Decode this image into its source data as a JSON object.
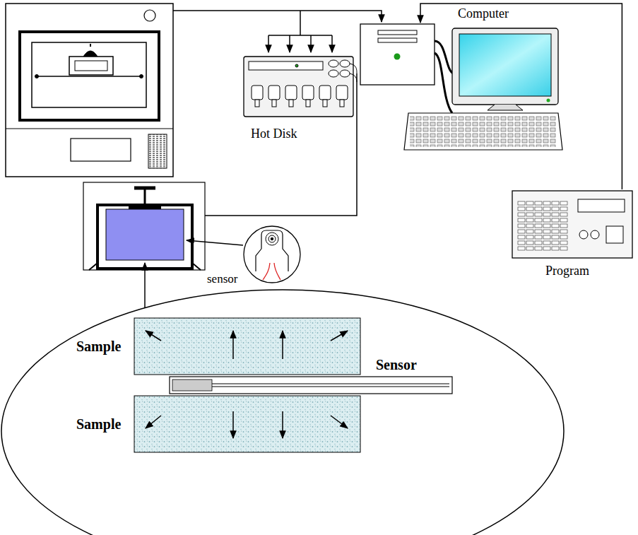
{
  "diagram": {
    "nodes": [
      {
        "text": [
          "Hot Disk"
        ]
      },
      {
        "text": [
          "Computer"
        ]
      },
      {
        "text": [
          "Program"
        ]
      },
      {
        "text": [
          "sensor"
        ]
      },
      {
        "text": [
          "Sample"
        ]
      },
      {
        "text": [
          "Sample"
        ]
      }
    ],
    "edges": [
      {
        "from": 2,
        "to": 1,
        "arrow": "to"
      }
    ],
    "labels": [
      "Sensor"
    ]
  }
}
